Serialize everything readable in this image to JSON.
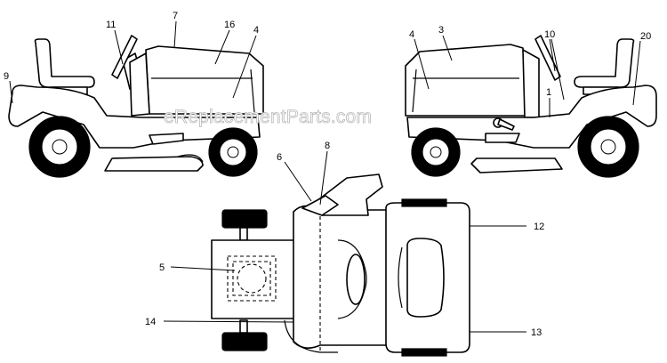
{
  "watermark": "eReplacementParts.com",
  "callouts": {
    "c1": "1",
    "c3": "3",
    "c4_left": "4",
    "c4_right": "4",
    "c5": "5",
    "c6": "6",
    "c7": "7",
    "c8": "8",
    "c9": "9",
    "c10": "10",
    "c11": "11",
    "c12": "12",
    "c13": "13",
    "c14": "14",
    "c16": "16",
    "c20": "20"
  }
}
